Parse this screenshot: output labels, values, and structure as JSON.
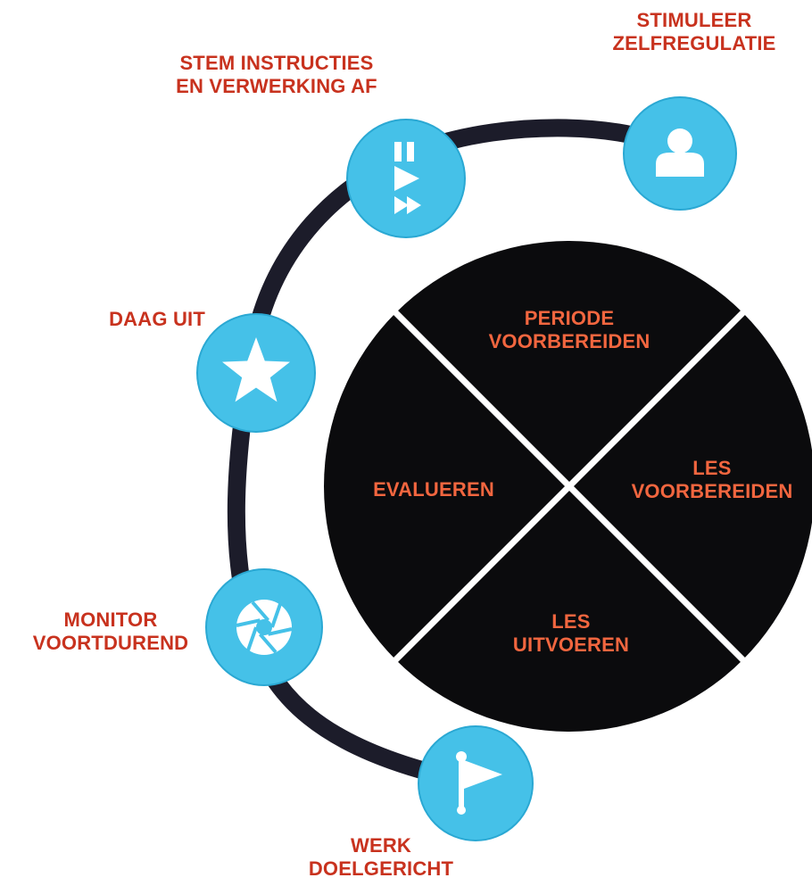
{
  "colors": {
    "arc": "#1c1c2a",
    "wheel": "#0b0b0d",
    "wheel_divider": "#ffffff",
    "icon_circle": "#45c1e8",
    "icon_circle_edge": "#2aa8d3",
    "icon_glyph": "#ffffff",
    "outer_label": "#c8321e",
    "center_label": "#f2663f"
  },
  "outer_steps": [
    {
      "id": "stimuleer",
      "icon": "person-icon",
      "lines": [
        "STIMULEER",
        "ZELFREGULATIE"
      ]
    },
    {
      "id": "stem",
      "icon": "pause-play-forward-icon",
      "lines": [
        "STEM INSTRUCTIES",
        "EN VERWERKING AF"
      ]
    },
    {
      "id": "daag",
      "icon": "star-icon",
      "lines": [
        "DAAG UIT"
      ]
    },
    {
      "id": "monitor",
      "icon": "camera-shutter-icon",
      "lines": [
        "MONITOR",
        "VOORTDUREND"
      ]
    },
    {
      "id": "werk",
      "icon": "flag-icon",
      "lines": [
        "WERK",
        "DOELGERICHT"
      ]
    }
  ],
  "wheel_segments": [
    {
      "id": "periode",
      "lines": [
        "PERIODE",
        "VOORBEREIDEN"
      ]
    },
    {
      "id": "les-voorbereiden",
      "lines": [
        "LES",
        "VOORBEREIDEN"
      ]
    },
    {
      "id": "les-uitvoeren",
      "lines": [
        "LES",
        "UITVOEREN"
      ]
    },
    {
      "id": "evalueren",
      "lines": [
        "EVALUEREN"
      ]
    }
  ]
}
